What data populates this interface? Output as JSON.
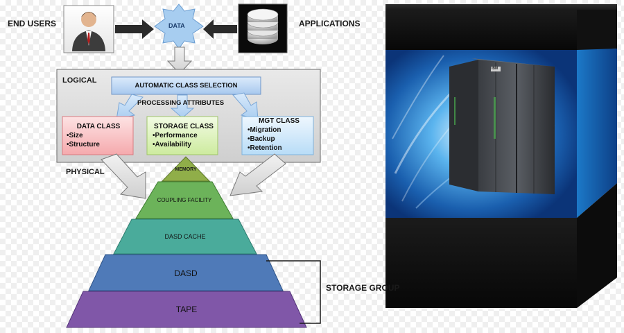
{
  "labels": {
    "end_users": "END USERS",
    "applications": "APPLICATIONS",
    "data": "DATA",
    "logical": "LOGICAL",
    "physical": "PHYSICAL",
    "automatic_class_selection": "AUTOMATIC CLASS SELECTION",
    "processing_attributes": "PROCESSING ATTRIBUTES",
    "storage_group": "STORAGE GROUP"
  },
  "classes": {
    "data_class": {
      "title": "DATA CLASS",
      "items": [
        "•Size",
        "•Structure"
      ]
    },
    "storage_class": {
      "title": "STORAGE CLASS",
      "items": [
        "•Performance",
        "•Availability"
      ]
    },
    "mgt_class": {
      "title": "MGT CLASS",
      "items": [
        "•Migration",
        "•Backup",
        "•Retention"
      ]
    }
  },
  "pyramid": {
    "memory": "MEMORY",
    "coupling_facility": "COUPLING FACILITY",
    "dasd_cache": "DASD CACHE",
    "dasd": "DASD",
    "tape": "TAPE"
  },
  "server_logo": "IBM",
  "colors": {
    "data_class_fill": "#f7c5c7",
    "storage_class_fill": "#dff5c0",
    "mgt_class_fill": "#cfe8fb",
    "memory_fill": "#8fae48",
    "coupling_fill": "#6eb25a",
    "dasd_cache_fill": "#4aa99a",
    "dasd_fill": "#4e79b6",
    "tape_fill": "#8055a6",
    "logical_panel": "#dcdcdc"
  },
  "icons": [
    "user-icon",
    "database-icon",
    "data-star-icon",
    "server-icon"
  ]
}
